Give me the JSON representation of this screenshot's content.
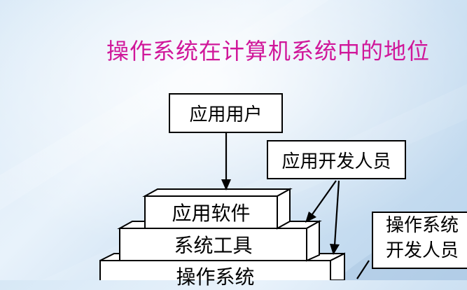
{
  "title": "操作系统在计算机系统中的地位",
  "boxes": {
    "app_users": "应用用户",
    "app_developers": "应用开发人员",
    "os_developers_line1": "操作系统",
    "os_developers_line2": "开发人员"
  },
  "layers": {
    "app_software": "应用软件",
    "system_tools": "系统工具",
    "operating_system": "操作系统"
  },
  "colors": {
    "title": "#d0179a",
    "box_fill": "#ffffff",
    "stroke": "#000000"
  }
}
